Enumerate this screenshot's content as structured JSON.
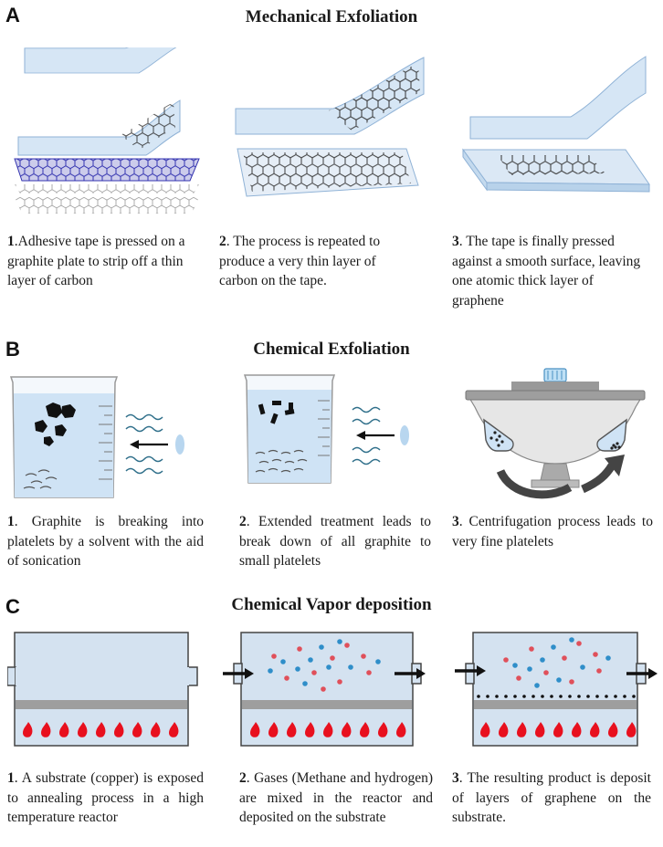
{
  "sections": [
    {
      "letter": "A",
      "title": "Mechanical Exfoliation",
      "steps": [
        {
          "num": "1",
          "text": ".Adhesive tape is pressed on a graphite plate to strip off a thin layer of carbon"
        },
        {
          "num": "2",
          "text": ". The process is repeated to produce a very thin layer of carbon on the tape."
        },
        {
          "num": "3",
          "text": ". The tape is finally pressed against a smooth surface, leaving one atomic thick layer of graphene"
        }
      ]
    },
    {
      "letter": "B",
      "title": "Chemical Exfoliation",
      "steps": [
        {
          "num": "1",
          "text": ". Graphite is breaking into platelets by a solvent with the aid of sonication"
        },
        {
          "num": "2",
          "text": ". Extended treatment leads to break down of all graphite to small platelets"
        },
        {
          "num": "3",
          "text": ". Centrifugation process leads to very fine platelets"
        }
      ]
    },
    {
      "letter": "C",
      "title": "Chemical Vapor deposition",
      "steps": [
        {
          "num": "1",
          "text": ". A substrate (copper) is exposed to annealing process in a high temperature reactor"
        },
        {
          "num": "2",
          "text": ". Gases (Methane and hydrogen) are mixed in the reactor and deposited on the substrate"
        },
        {
          "num": "3",
          "text": ". The resulting product is deposit of layers of graphene on the substrate."
        }
      ]
    }
  ],
  "colors": {
    "tape": "#d6e6f5",
    "tape_edge": "#8fb2d6",
    "lattice": "#333333",
    "graphite_blue": "#3535b0",
    "liquid": "#cfe3f5",
    "reactor": "#d4e2f0",
    "substrate": "#9e9e9e",
    "flame": "#e8101e",
    "gas_red": "#e0505a",
    "gas_blue": "#2f8ec9"
  }
}
